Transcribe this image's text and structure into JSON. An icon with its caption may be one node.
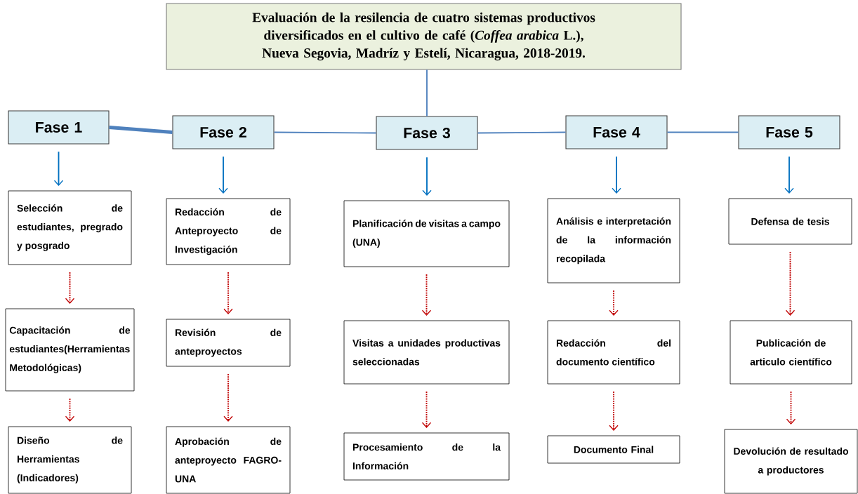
{
  "diagram": {
    "nodes": [
      {
        "text": [
          "Evaluación de la resilencia de cuatro sistemas productivos diversificados en el cultivo de café (*Coffea arabica* L.), Nueva Segovia, Madríz y Estelí, Nicaragua, 2018-2019."
        ]
      },
      {
        "text": [
          "Fase 1"
        ]
      },
      {
        "text": [
          "Fase 2"
        ]
      },
      {
        "text": [
          "Fase 3"
        ]
      },
      {
        "text": [
          "Fase 4"
        ]
      },
      {
        "text": [
          "Fase 5"
        ]
      },
      {
        "text": [
          "Selección de estudiantes, pregrado y posgrado"
        ]
      },
      {
        "text": [
          "Capacitación de estudiantes(Herramientas Metodológicas)"
        ]
      },
      {
        "text": [
          "Diseño de Herramientas (Indicadores)"
        ]
      },
      {
        "text": [
          "Redacción de Anteproyecto de Investigación"
        ]
      },
      {
        "text": [
          "Revisión de anteproyectos"
        ]
      },
      {
        "text": [
          "Aprobación de anteproyecto FAGRO-UNA"
        ]
      },
      {
        "text": [
          "Planificación de visitas a campo (UNA)"
        ]
      },
      {
        "text": [
          "Visitas a unidades productivas seleccionadas"
        ]
      },
      {
        "text": [
          "Procesamiento de la Información"
        ]
      },
      {
        "text": [
          "Análisis e interpretación de la información recopilada"
        ]
      },
      {
        "text": [
          "Redacción del documento científico"
        ]
      },
      {
        "text": [
          "Documento Final"
        ]
      },
      {
        "text": [
          "Defensa de tesis"
        ]
      },
      {
        "text": [
          "Publicación de articulo científico"
        ]
      },
      {
        "text": [
          "Devolución de resultado a productores"
        ]
      }
    ],
    "edges": [
      {
        "from": 0,
        "to": 3,
        "arrow": "none",
        "color": "#4f81bd"
      },
      {
        "from": 1,
        "to": 2,
        "arrow": "none",
        "style": "thick",
        "color": "#4f81bd"
      },
      {
        "from": 2,
        "to": 3,
        "arrow": "none",
        "color": "#4f81bd"
      },
      {
        "from": 3,
        "to": 4,
        "arrow": "none",
        "color": "#4f81bd"
      },
      {
        "from": 4,
        "to": 5,
        "arrow": "none",
        "color": "#4f81bd"
      },
      {
        "from": 1,
        "to": 6,
        "arrow": "to",
        "color": "#0070c0"
      },
      {
        "from": 2,
        "to": 9,
        "arrow": "to",
        "color": "#0070c0"
      },
      {
        "from": 3,
        "to": 12,
        "arrow": "to",
        "color": "#0070c0"
      },
      {
        "from": 4,
        "to": 15,
        "arrow": "to",
        "color": "#0070c0"
      },
      {
        "from": 5,
        "to": 18,
        "arrow": "to",
        "color": "#0070c0"
      },
      {
        "from": 6,
        "to": 7,
        "arrow": "to",
        "style": "dashed",
        "color": "#c00000"
      },
      {
        "from": 7,
        "to": 8,
        "arrow": "to",
        "style": "dashed",
        "color": "#c00000"
      },
      {
        "from": 9,
        "to": 10,
        "arrow": "to",
        "style": "dashed",
        "color": "#c00000"
      },
      {
        "from": 10,
        "to": 11,
        "arrow": "to",
        "style": "dashed",
        "color": "#c00000"
      },
      {
        "from": 12,
        "to": 13,
        "arrow": "to",
        "style": "dashed",
        "color": "#c00000"
      },
      {
        "from": 13,
        "to": 14,
        "arrow": "to",
        "style": "dashed",
        "color": "#c00000"
      },
      {
        "from": 15,
        "to": 16,
        "arrow": "to",
        "style": "dashed",
        "color": "#c00000"
      },
      {
        "from": 16,
        "to": 17,
        "arrow": "to",
        "style": "dashed",
        "color": "#c00000"
      },
      {
        "from": 18,
        "to": 19,
        "arrow": "to",
        "style": "dashed",
        "color": "#c00000"
      },
      {
        "from": 19,
        "to": 20,
        "arrow": "to",
        "style": "dashed",
        "color": "#c00000"
      }
    ]
  }
}
